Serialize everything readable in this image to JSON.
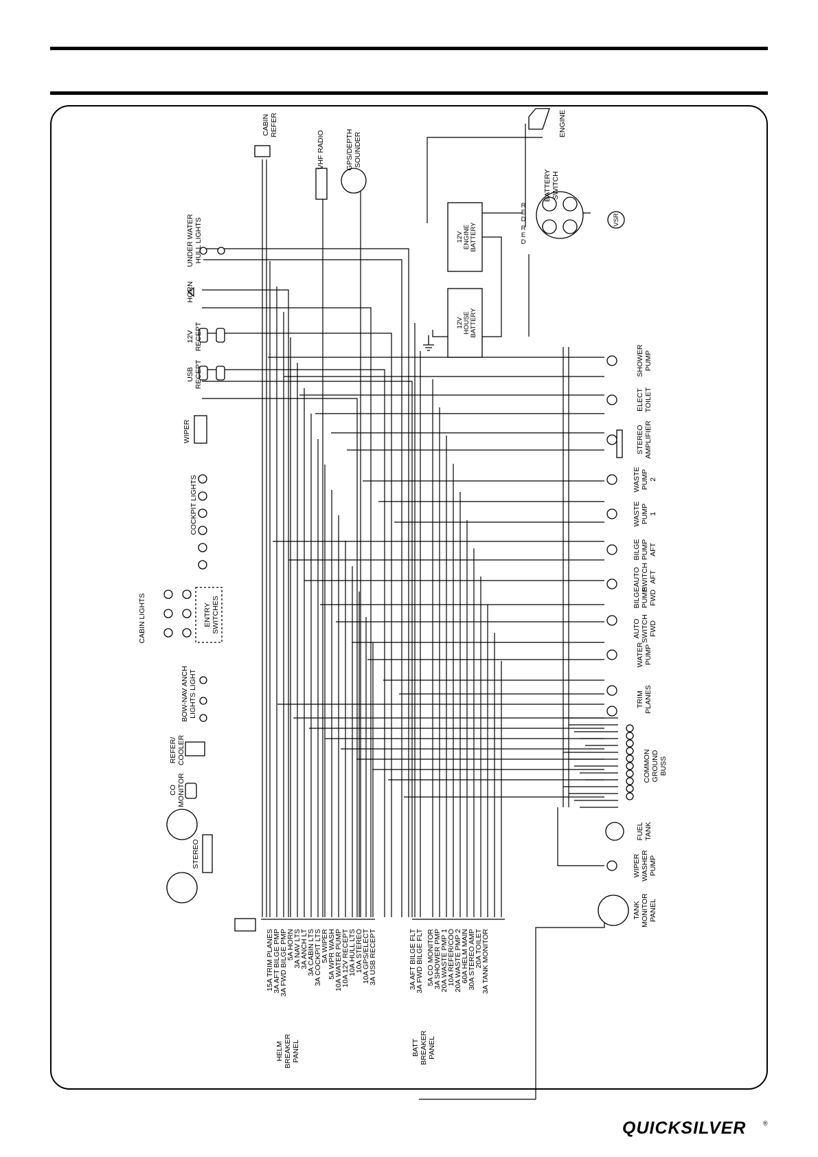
{
  "brand": {
    "logo_text": "QUICKSILVER",
    "registered_mark": "®"
  },
  "diagram": {
    "top_components": [
      {
        "id": "cabin-refer",
        "label": [
          "CABIN",
          "REFER"
        ]
      },
      {
        "id": "vhf-radio",
        "label": [
          "VHF RADIO"
        ]
      },
      {
        "id": "gps-depth",
        "label": [
          "GPS/DEPTH",
          "SOUNDER"
        ]
      },
      {
        "id": "underwater-lights",
        "label": [
          "UNDER WATER",
          "HULL LIGHTS"
        ]
      },
      {
        "id": "horn",
        "label": [
          "HORN"
        ]
      },
      {
        "id": "receptacle-12v",
        "label": [
          "12V",
          "RECEPT"
        ]
      },
      {
        "id": "usb-receptacle",
        "label": [
          "USB",
          "RECEPT"
        ]
      },
      {
        "id": "wiper",
        "label": [
          "WIPER"
        ]
      },
      {
        "id": "cockpit-lights",
        "label": [
          "COCKPIT LIGHTS"
        ]
      },
      {
        "id": "cabin-lights",
        "label": [
          "CABIN LIGHTS"
        ]
      },
      {
        "id": "entry-switches",
        "label": [
          "ENTRY",
          "SWITCHES"
        ]
      },
      {
        "id": "bow-nav-anch",
        "label": [
          "BOW-NAV ANCH",
          "LIGHTS LIGHT"
        ]
      },
      {
        "id": "refer-cooler",
        "label": [
          "REFER/",
          "COOLER"
        ]
      },
      {
        "id": "co-monitor",
        "label": [
          "CO",
          "MONITOR"
        ]
      },
      {
        "id": "stereo",
        "label": [
          "STEREO"
        ]
      }
    ],
    "power": {
      "engine": "ENGINE",
      "battery_switch": [
        "BATTERY",
        "SWITCH"
      ],
      "engine_battery": [
        "12V",
        "ENGINE",
        "BATTERY"
      ],
      "house_battery": [
        "12V",
        "HOUSE",
        "BATTERY"
      ],
      "vsr": "VSR",
      "red_letters": "RED"
    },
    "right_components": [
      {
        "id": "shower-pump",
        "label": [
          "SHOWER",
          "PUMP"
        ]
      },
      {
        "id": "elect-toilet",
        "label": [
          "ELECT",
          "TOILET"
        ]
      },
      {
        "id": "stereo-amp",
        "label": [
          "STEREO",
          "AMPLIFIER"
        ]
      },
      {
        "id": "waste-pump-2",
        "label": [
          "WASTE",
          "PUMP",
          "2"
        ]
      },
      {
        "id": "waste-pump-1",
        "label": [
          "WASTE",
          "PUMP",
          "1"
        ]
      },
      {
        "id": "bilge-pump-aft",
        "label": [
          "BILGE",
          "PUMP",
          "AFT"
        ]
      },
      {
        "id": "auto-switch-aft",
        "label": [
          "AUTO",
          "SWITCH",
          "AFT"
        ]
      },
      {
        "id": "bilge-pump-fwd",
        "label": [
          "BILGE",
          "PUMP",
          "FWD"
        ]
      },
      {
        "id": "auto-switch-fwd",
        "label": [
          "AUTO",
          "SWITCH",
          "FWD"
        ]
      },
      {
        "id": "water-pump",
        "label": [
          "WATER",
          "PUMP"
        ]
      },
      {
        "id": "trim-planes",
        "label": [
          "TRIM",
          "PLANES"
        ]
      },
      {
        "id": "common-ground",
        "label": [
          "COMMON",
          "GROUND",
          "BUSS"
        ]
      },
      {
        "id": "fuel-tank",
        "label": [
          "FUEL",
          "TANK"
        ]
      },
      {
        "id": "wiper-washer",
        "label": [
          "WIPER",
          "WASHER",
          "PUMP"
        ]
      },
      {
        "id": "tank-monitor",
        "label": [
          "TANK",
          "MONITOR",
          "PANEL"
        ]
      }
    ],
    "helm_breaker_panel": {
      "label": [
        "HELM",
        "BREAKER",
        "PANEL"
      ],
      "breakers": [
        "15A TRIM PLANES",
        "3A AFT BILGE PMP",
        "3A FWD BILGE PMP",
        "5A HORN",
        "3A NAV LTS",
        "3A ANCH LT",
        "3A CABIN LTS",
        "3A COCKPIT LTS",
        "5A WIPER",
        "5A WPR WASH",
        "10A WATER PUMP",
        "10A 12V RECEPT",
        "10A HULL LTS",
        "10A STEREO",
        "10A GPS/ELECT",
        "3A USB RECEPT"
      ]
    },
    "batt_breaker_panel": {
      "label": [
        "BATT",
        "BREAKER",
        "PANEL"
      ],
      "breakers": [
        "3A AFT BILGE FLT",
        "3A FWD BILGE FLT",
        "5A CO MONITOR",
        "3A SHOWER PMP",
        "20A WASTE PMP 1",
        "10A REFER/COO",
        "20A WASTE PMP 2",
        "60A HELM MAIN",
        "30A STEREO AMP",
        "20A TOILET",
        "3A TANK MONITOR"
      ]
    }
  }
}
